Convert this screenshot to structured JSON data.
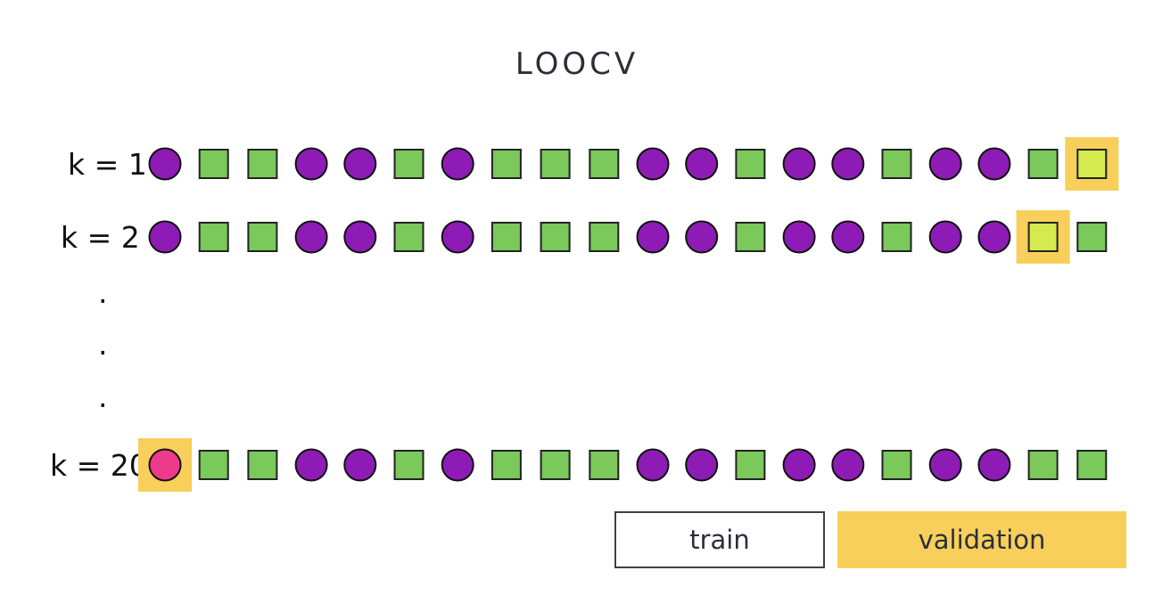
{
  "title": "LOOCV",
  "legend": {
    "train": "train",
    "validation": "validation"
  },
  "colors": {
    "circle": "#8e1bb6",
    "square": "#7ac95a",
    "validation_square": "#d4ea4e",
    "validation_circle": "#ee3a8a",
    "highlight": "#f7cf5a"
  },
  "sequence": [
    "circle",
    "square",
    "square",
    "circle",
    "circle",
    "square",
    "circle",
    "square",
    "square",
    "square",
    "circle",
    "circle",
    "square",
    "circle",
    "circle",
    "square",
    "circle",
    "circle",
    "square",
    "square"
  ],
  "rows": [
    {
      "label": "k = 1",
      "validation_index": 19
    },
    {
      "label": "k = 2",
      "validation_index": 18
    },
    {
      "label": "k = 20",
      "validation_index": 0
    }
  ],
  "ellipsis": [
    ".",
    ".",
    "."
  ]
}
